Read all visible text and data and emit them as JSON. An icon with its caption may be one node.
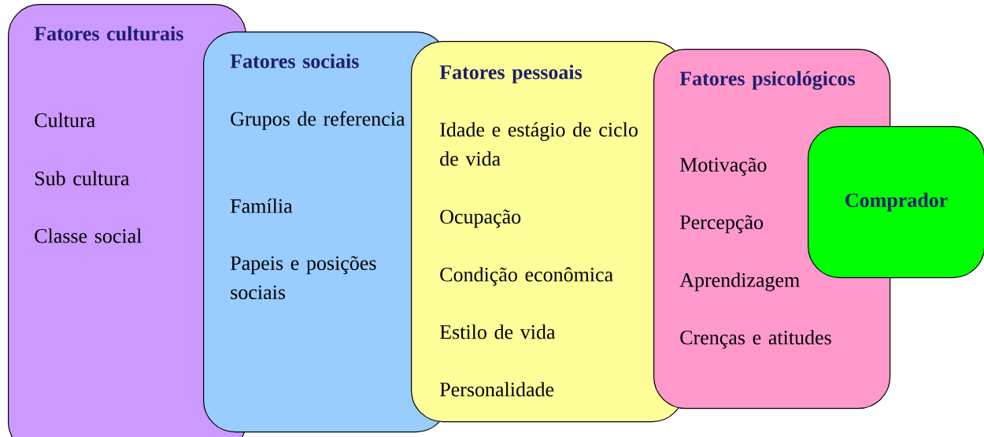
{
  "diagram": {
    "nodes": [
      {
        "text": [
          "Fatores culturais",
          "Cultura",
          "Sub cultura",
          "Classe social"
        ]
      },
      {
        "text": [
          "Fatores sociais",
          "Grupos de referencia",
          "Família",
          "Papeis e posições sociais"
        ]
      },
      {
        "text": [
          "Fatores pessoais",
          "Idade e estágio de ciclo de vida",
          "Ocupação",
          "Condição econômica",
          "Estilo de vida",
          "Personalidade"
        ]
      },
      {
        "text": [
          "Fatores psicológicos",
          "Motivação",
          "Percepção",
          "Aprendizagem",
          "Crenças e atitudes"
        ]
      },
      {
        "text": [
          "Comprador"
        ]
      }
    ]
  }
}
